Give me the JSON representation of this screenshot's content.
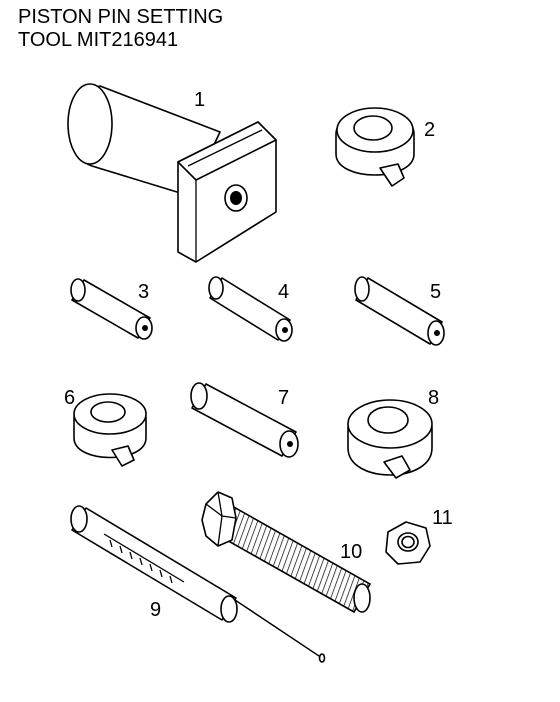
{
  "title": {
    "line1": "PISTON PIN SETTING",
    "line2": "TOOL MIT216941"
  },
  "part_numbers": [
    "1",
    "2",
    "3",
    "4",
    "5",
    "6",
    "7",
    "8",
    "9",
    "10",
    "11"
  ]
}
